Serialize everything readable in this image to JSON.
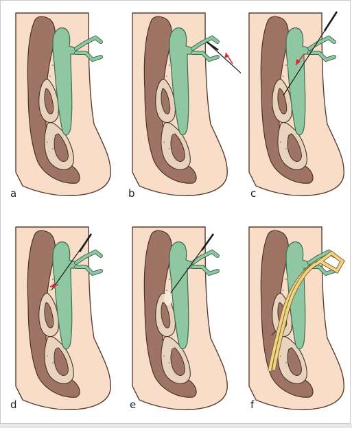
{
  "figure": {
    "panels": [
      {
        "id": "a",
        "label": "a"
      },
      {
        "id": "b",
        "label": "b"
      },
      {
        "id": "c",
        "label": "c"
      },
      {
        "id": "d",
        "label": "d"
      },
      {
        "id": "e",
        "label": "e"
      },
      {
        "id": "f",
        "label": "f"
      }
    ],
    "colors": {
      "skin": "#f8ddc8",
      "skin_outline": "#5a3d33",
      "bone_brown": "#9e7465",
      "bone_light": "#e8d3bd",
      "cavity": "#f4e6d6",
      "sac_green": "#8fc7a3",
      "sac_outline": "#3f6c4e",
      "arrow_red": "#d52a2a",
      "instrument": "#1a1a1a",
      "tube_yellow": "#f0d486"
    }
  }
}
